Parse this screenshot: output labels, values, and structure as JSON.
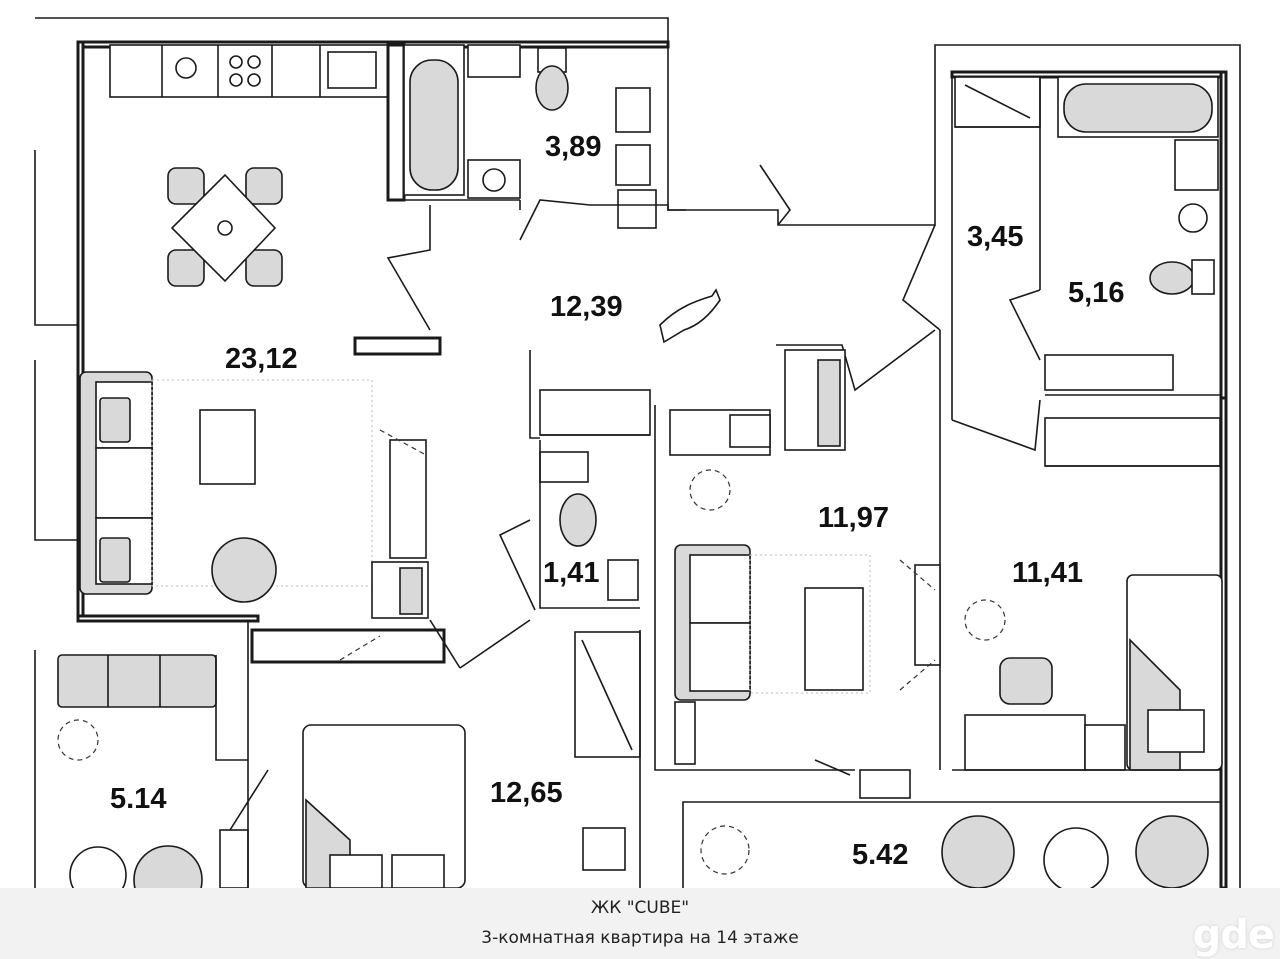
{
  "rooms": [
    {
      "id": "living-kitchen",
      "area": "23,12"
    },
    {
      "id": "bathroom-1",
      "area": "3,89"
    },
    {
      "id": "hallway",
      "area": "12,39"
    },
    {
      "id": "wardrobe",
      "area": "3,45"
    },
    {
      "id": "bathroom-2",
      "area": "5,16"
    },
    {
      "id": "toilet",
      "area": "1,41"
    },
    {
      "id": "bedroom-middle",
      "area": "11,97"
    },
    {
      "id": "bedroom-right",
      "area": "11,41"
    },
    {
      "id": "balcony-left",
      "area": "5.14"
    },
    {
      "id": "bedroom-bottom",
      "area": "12,65"
    },
    {
      "id": "balcony-right",
      "area": "5.42"
    }
  ],
  "footer": {
    "complex": "ЖК \"CUBE\"",
    "description": "3-комнатная квартира на 14 этаже"
  },
  "watermark": "gde",
  "colors": {
    "wall": "#1a1a1a",
    "furniture_fill": "#d9d9d9",
    "footer_bg": "#f2f2f2"
  }
}
